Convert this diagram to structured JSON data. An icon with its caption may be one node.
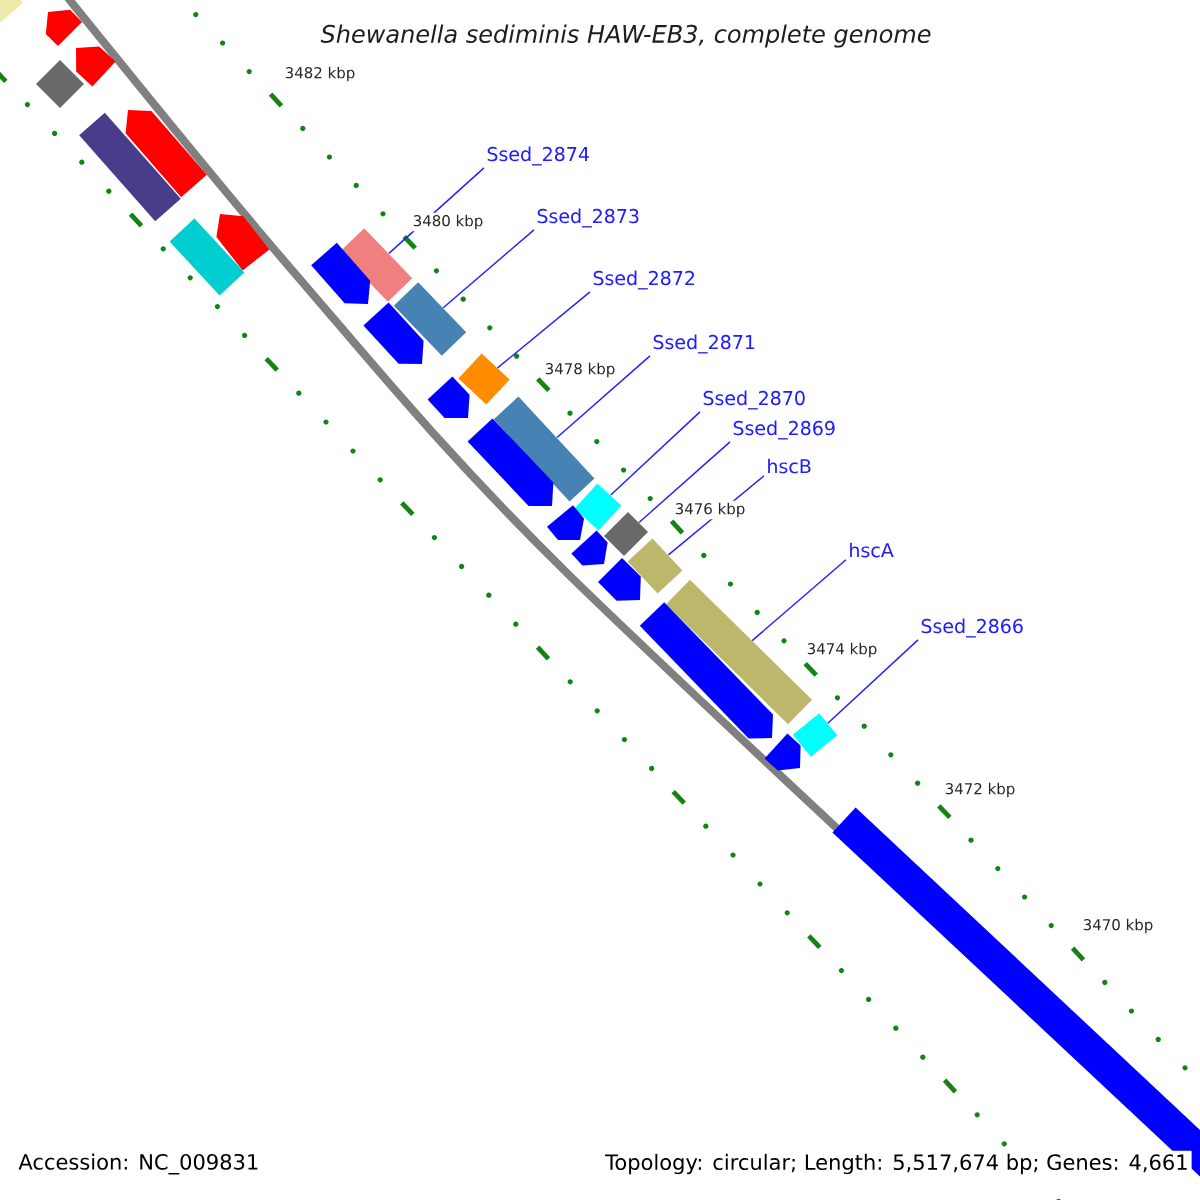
{
  "diagram": {
    "title": "Shewanella sediminis HAW-EB3, complete genome",
    "nodes": [
      {
        "text": [
          "Ssed_2874"
        ]
      },
      {
        "text": [
          "Ssed_2873"
        ]
      },
      {
        "text": [
          "Ssed_2872"
        ]
      },
      {
        "text": [
          "Ssed_2871"
        ]
      },
      {
        "text": [
          "Ssed_2870"
        ]
      },
      {
        "text": [
          "Ssed_2869"
        ]
      },
      {
        "text": [
          "hscB"
        ]
      },
      {
        "text": [
          "hscA"
        ]
      },
      {
        "text": [
          "Ssed_2866"
        ]
      },
      {
        "text": [],
        "shape": "bar"
      },
      {
        "text": [],
        "shape": "pentagon"
      },
      {
        "text": [],
        "shape": "pentagon"
      },
      {
        "text": [],
        "shape": "bar"
      },
      {
        "text": [],
        "shape": "pentagon"
      },
      {
        "text": [],
        "shape": "bar"
      },
      {
        "text": [],
        "shape": "pentagon"
      },
      {
        "text": [],
        "shape": "bar"
      },
      {
        "text": [],
        "shape": "bar"
      },
      {
        "text": [],
        "shape": "pentagon"
      },
      {
        "text": [],
        "shape": "bar"
      },
      {
        "text": [],
        "shape": "pentagon"
      },
      {
        "text": [],
        "shape": "bar"
      },
      {
        "text": [],
        "shape": "pentagon"
      },
      {
        "text": [],
        "shape": "bar"
      },
      {
        "text": [],
        "shape": "pentagon"
      },
      {
        "text": [],
        "shape": "bar"
      },
      {
        "text": [],
        "shape": "pentagon"
      },
      {
        "text": [],
        "shape": "bar"
      },
      {
        "text": [],
        "shape": "pentagon"
      },
      {
        "text": [],
        "shape": "bar"
      },
      {
        "text": [],
        "shape": "pentagon"
      },
      {
        "text": [],
        "shape": "bar"
      },
      {
        "text": [],
        "shape": "pentagon"
      },
      {
        "text": [],
        "shape": "bar"
      },
      {
        "text": [],
        "shape": "pentagon"
      },
      {
        "text": [],
        "shape": "bar"
      }
    ],
    "edges": [
      {
        "from": 0,
        "to": 17,
        "arrow": "none"
      },
      {
        "from": 1,
        "to": 19,
        "arrow": "none"
      },
      {
        "from": 2,
        "to": 21,
        "arrow": "none"
      },
      {
        "from": 3,
        "to": 23,
        "arrow": "none"
      },
      {
        "from": 4,
        "to": 25,
        "arrow": "none"
      },
      {
        "from": 5,
        "to": 27,
        "arrow": "none"
      },
      {
        "from": 6,
        "to": 29,
        "arrow": "none"
      },
      {
        "from": 7,
        "to": 31,
        "arrow": "none"
      },
      {
        "from": 8,
        "to": 33,
        "arrow": "none"
      }
    ],
    "labels": [
      "3482 kbp",
      "3480 kbp",
      "3478 kbp",
      "3476 kbp",
      "3474 kbp",
      "3472 kbp",
      "3470 kbp",
      "Accession: NC_009831",
      "Topology: circular; Length: 5,517,674 bp; Genes: 4,661"
    ]
  }
}
